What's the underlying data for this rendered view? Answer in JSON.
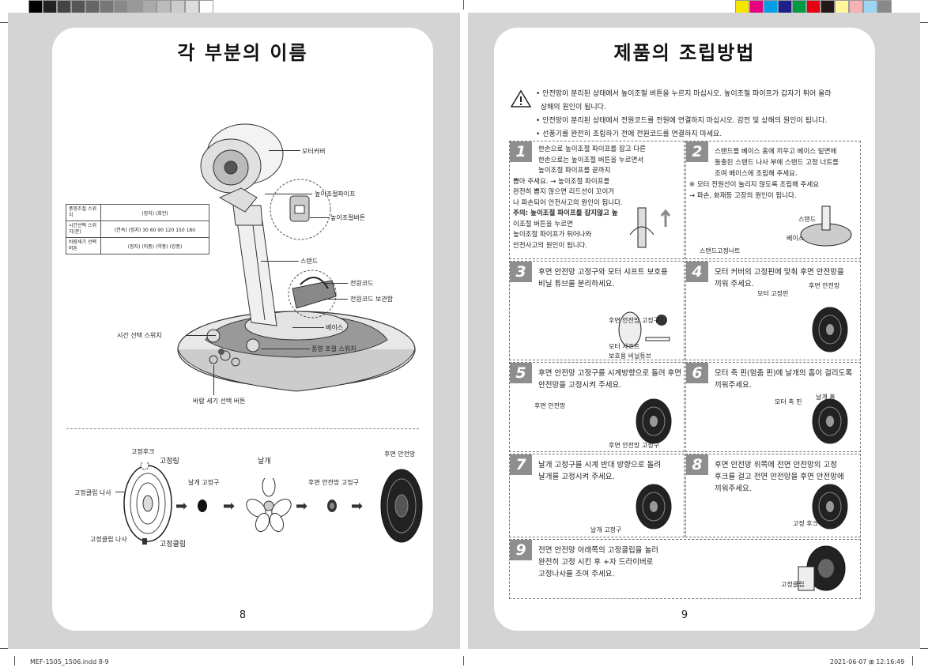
{
  "left_page": {
    "title": "각 부분의 이름",
    "page_number": "8",
    "labels": {
      "motor_cover": "모터커버",
      "height_pipe": "높이조절파이프",
      "height_button": "높이조절버튼",
      "stand": "스탠드",
      "power_cord": "전원코드",
      "cord_storage": "전원코드 보관함",
      "base": "베이스",
      "time_switch": "시간 선택 스위치",
      "direction_switch": "풍향 조절 스위치",
      "wind_button": "바람 세기 선택 버튼"
    },
    "spec_table": [
      {
        "name": "풍향조절 스위치",
        "value": "(정지)   (회전)"
      },
      {
        "name": "시간선택 스위치(분)",
        "value": "(연속) (정지)   30  60  90  120  150  180"
      },
      {
        "name": "바람세기 선택버튼",
        "value": "(정지) (미풍) (약풍) (강풍)"
      }
    ],
    "parts_labels": {
      "hook": "고정후크",
      "ring": "고정링",
      "clip_screw_top": "고정클립 나사",
      "clip_screw_bottom": "고정클립 나사",
      "clip": "고정클립",
      "blade_fixer": "날개 고정구",
      "blade": "날개",
      "rear_guard_fixer": "후면 안전망 고정구",
      "rear_guard": "후면 안전망"
    }
  },
  "right_page": {
    "title": "제품의 조립방법",
    "page_number": "9",
    "warnings": [
      "• 안전망이 분리된 상태에서 높이조절 버튼을 누르지 마십시오. 높이조절 파이프가 갑자기 튀어 올라",
      "  상해의 원인이 됩니다.",
      "• 안전망이 분리된 상태에서 전원코드를 전원에 연결하지 마십시오. 감전 및 상해의 원인이 됩니다.",
      "• 선풍기를 완전히 조립하기 전에 전원코드를 연결하지 마세요."
    ],
    "steps": [
      {
        "num": "1",
        "lines": [
          "한손으로 높이조절 파이프를 잡고 다른",
          "한손으로는 높이조절 버튼을 누르면서",
          "높이조절 파이프를 끝까지",
          "뽑아 주세요. → 높이조절 파이프를",
          "완전히 뽑지 않으면 리드선이 꼬이거",
          "나 파손되어 안전사고의 원인이 됩니다.",
          "주의: 높이조절 파이프를 잡지않고 높",
          "이조절 버튼을 누르면",
          "높이조절 파이프가 튀어나와",
          "안전사고의 원인이 됩니다."
        ]
      },
      {
        "num": "2",
        "lines": [
          "스탠드를 베이스 홈에 끼우고 베이스 밑면에",
          "돌출된 스탠드 나사 부에 스탠드 고정 너트를",
          "조여 베이스에 조립해 주세요.",
          "※ 모터 전원선이 눌리지 않도록 조립해 주세요",
          "→ 파손, 화재등 고장의 원인이 됩니다."
        ],
        "labels": [
          "스탠드",
          "베이스",
          "스탠드고정너트"
        ]
      },
      {
        "num": "3",
        "lines": [
          "후면 안전망 고정구와 모터 샤프트 보호용",
          "비닐 튜브를 분리하세요."
        ],
        "labels": [
          "후면 안전망 고정구",
          "모터 샤프트",
          "보호용 비닐튜브"
        ]
      },
      {
        "num": "4",
        "lines": [
          "모터 커버의 고정핀에 맞춰 후면 안전망을",
          "끼워 주세요."
        ],
        "labels": [
          "모터 고정핀",
          "후면 안전망"
        ]
      },
      {
        "num": "5",
        "lines": [
          "후면 안전망 고정구를 시계방향으로 돌려 후면",
          "안전망을 고정시켜 주세요."
        ],
        "labels": [
          "후면 안전망",
          "후면 안전망 고정구"
        ]
      },
      {
        "num": "6",
        "lines": [
          "모터 축 핀(멈춤 핀)에 날개의 홈이 걸리도록",
          "끼워주세요."
        ],
        "labels": [
          "모터 축 핀",
          "날개 홈"
        ]
      },
      {
        "num": "7",
        "lines": [
          "날개 고정구를 시계 반대 방향으로 돌려",
          "날개를 고정시켜 주세요."
        ],
        "labels": [
          "날개 고정구"
        ]
      },
      {
        "num": "8",
        "lines": [
          "후면 안전망 위쪽에 전면 안전망의 고정",
          "후크를 걸고 전면 안전망을 후면 안전망에",
          "끼워주세요."
        ],
        "labels": [
          "고정 후크"
        ]
      },
      {
        "num": "9",
        "lines": [
          "전면 안전망 아래쪽의 고정클립을 눌러",
          "완전히 고정 시킨 후 +자 드라이버로",
          "고정나사를 조여 주세요."
        ],
        "labels": [
          "고정클립"
        ]
      }
    ]
  },
  "footer": {
    "file": "MEF-1505_1506.indd   8-9",
    "date": "2021-06-07   ⊞ 12:16:49"
  },
  "colors": {
    "page_gray": "#d4d4d4",
    "step_badge": "#8e8e8e"
  },
  "swatch_colors_right": [
    "#f5e600",
    "#e4007f",
    "#00a0e9",
    "#1d2088",
    "#009944",
    "#e60012",
    "#231815",
    "#fff799",
    "#f5b2b2",
    "#9bd5f2",
    "#888888"
  ],
  "swatch_colors_left": [
    "#000",
    "#222",
    "#444",
    "#555",
    "#666",
    "#777",
    "#888",
    "#999",
    "#aaa",
    "#bbb",
    "#ccc",
    "#ddd",
    "#fff"
  ]
}
